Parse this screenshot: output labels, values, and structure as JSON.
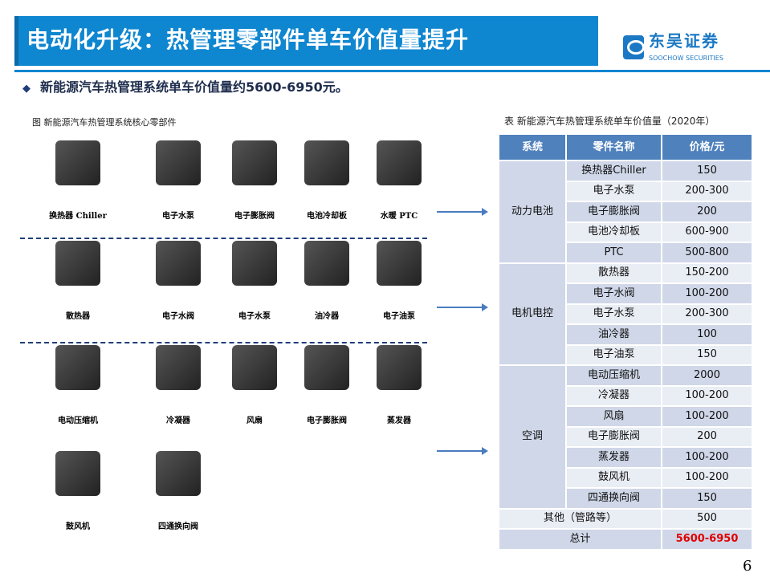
{
  "header": {
    "title": "电动化升级：热管理零部件单车价值量提升",
    "logo_cn": "东吴证券",
    "logo_en": "SOOCHOW SECURITIES"
  },
  "bullet": "新能源汽车热管理系统单车价值量约5600-6950元。",
  "figure": {
    "caption": "图 新能源汽车热管理系统核心零部件",
    "rows": [
      [
        "换热器 Chiller",
        "电子水泵",
        "电子膨胀阀",
        "电池冷却板",
        "水暖 PTC"
      ],
      [
        "散热器",
        "电子水阀",
        "电子水泵",
        "油冷器",
        "电子油泵"
      ],
      [
        "电动压缩机",
        "冷凝器",
        "风扇",
        "电子膨胀阀",
        "蒸发器"
      ],
      [
        "鼓风机",
        "四通换向阀"
      ]
    ]
  },
  "table": {
    "caption": "表 新能源汽车热管理系统单车价值量（2020年）",
    "headers": [
      "系统",
      "零件名称",
      "价格/元"
    ],
    "groups": [
      {
        "system": "动力电池",
        "items": [
          [
            "换热器Chiller",
            "150"
          ],
          [
            "电子水泵",
            "200-300"
          ],
          [
            "电子膨胀阀",
            "200"
          ],
          [
            "电池冷却板",
            "600-900"
          ],
          [
            "PTC",
            "500-800"
          ]
        ]
      },
      {
        "system": "电机电控",
        "items": [
          [
            "散热器",
            "150-200"
          ],
          [
            "电子水阀",
            "100-200"
          ],
          [
            "电子水泵",
            "200-300"
          ],
          [
            "油冷器",
            "100"
          ],
          [
            "电子油泵",
            "150"
          ]
        ]
      },
      {
        "system": "空调",
        "items": [
          [
            "电动压缩机",
            "2000"
          ],
          [
            "冷凝器",
            "100-200"
          ],
          [
            "风扇",
            "100-200"
          ],
          [
            "电子膨胀阀",
            "200"
          ],
          [
            "蒸发器",
            "100-200"
          ],
          [
            "鼓风机",
            "100-200"
          ],
          [
            "四通换向阀",
            "150"
          ]
        ]
      }
    ],
    "other": [
      "其他（管路等）",
      "500"
    ],
    "total": [
      "总计",
      "5600-6950"
    ]
  },
  "page_number": "6",
  "colors": {
    "title_bar": "#0f86d0",
    "table_header": "#4f81bd",
    "total_value": "#e00000"
  }
}
